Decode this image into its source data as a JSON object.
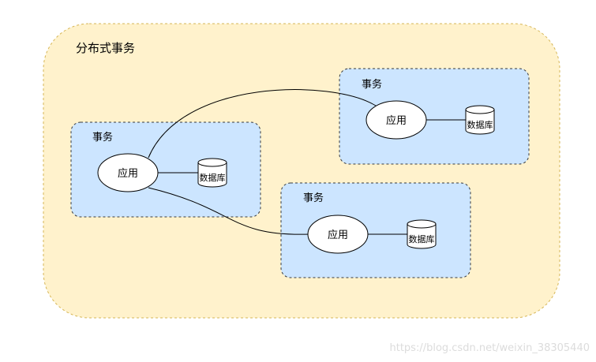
{
  "diagram": {
    "outer": {
      "title": "分布式事务",
      "fill": "#fff2cc",
      "stroke": "#d6b656"
    },
    "transactions": [
      {
        "title": "事务",
        "app_label": "应用",
        "db_label": "数据库"
      },
      {
        "title": "事务",
        "app_label": "应用",
        "db_label": "数据库"
      },
      {
        "title": "事务",
        "app_label": "应用",
        "db_label": "数据库"
      }
    ],
    "transaction_fill": "#cce5ff",
    "transaction_stroke": "#36393d",
    "node_fill": "#ffffff",
    "edge_color": "#000000"
  },
  "watermark": "https://blog.csdn.net/weixin_38305440"
}
